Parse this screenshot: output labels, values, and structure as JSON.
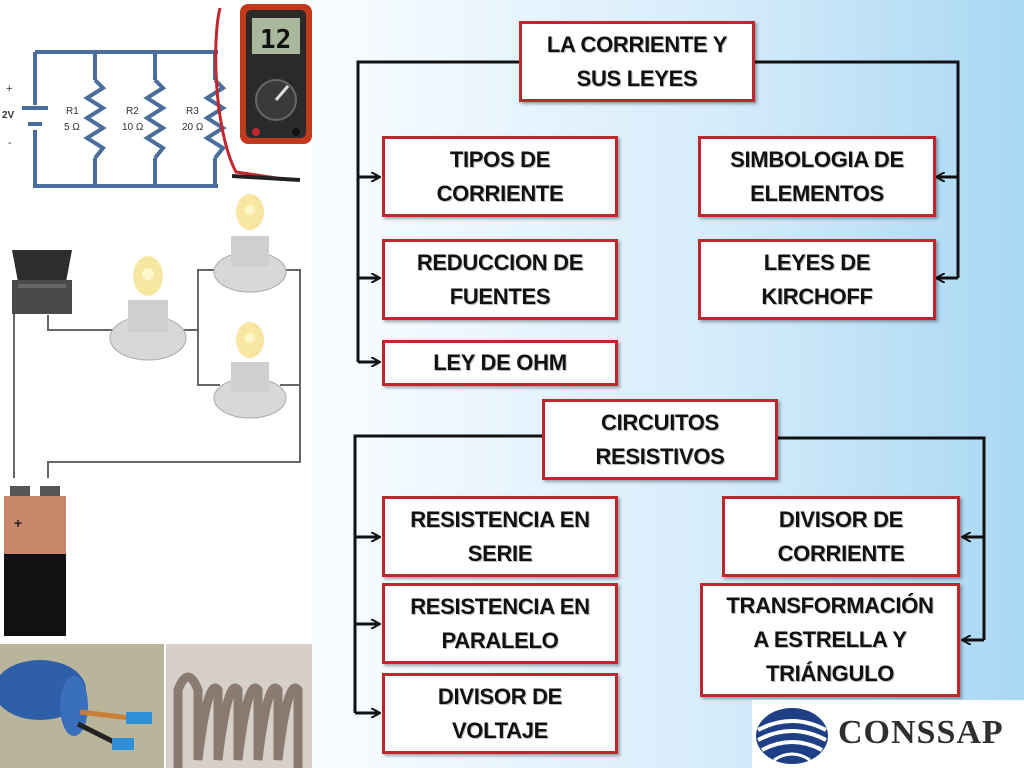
{
  "diagram": {
    "nodes": {
      "corriente": "LA CORRIENTE Y\nSUS LEYES",
      "tipos": "TIPOS DE\nCORRIENTE",
      "simbologia": "SIMBOLOGIA DE\nELEMENTOS",
      "reduccion": "REDUCCION DE\nFUENTES",
      "kirchoff": "LEYES DE\nKIRCHOFF",
      "ohm": "LEY DE OHM",
      "circuitos": "CIRCUITOS\nRESISTIVOS",
      "serie": "RESISTENCIA EN\nSERIE",
      "divisor_corriente": "DIVISOR DE\nCORRIENTE",
      "paralelo": "RESISTENCIA EN\nPARALELO",
      "transformacion": "TRANSFORMACIÓN\nA ESTRELLA Y\nTRIÁNGULO",
      "divisor_voltaje": "DIVISOR DE\nVOLTAJE"
    },
    "colors": {
      "box_border": "#c0272d",
      "wire": "#111111"
    }
  },
  "illustration": {
    "voltage_label": "2V",
    "resistors": [
      {
        "name": "R1",
        "value": "5 Ω"
      },
      {
        "name": "R2",
        "value": "10 Ω"
      },
      {
        "name": "R3",
        "value": "20 Ω"
      }
    ],
    "multimeter_display": "12",
    "battery_plus": "+"
  },
  "logo": {
    "text": "CONSSAP"
  }
}
